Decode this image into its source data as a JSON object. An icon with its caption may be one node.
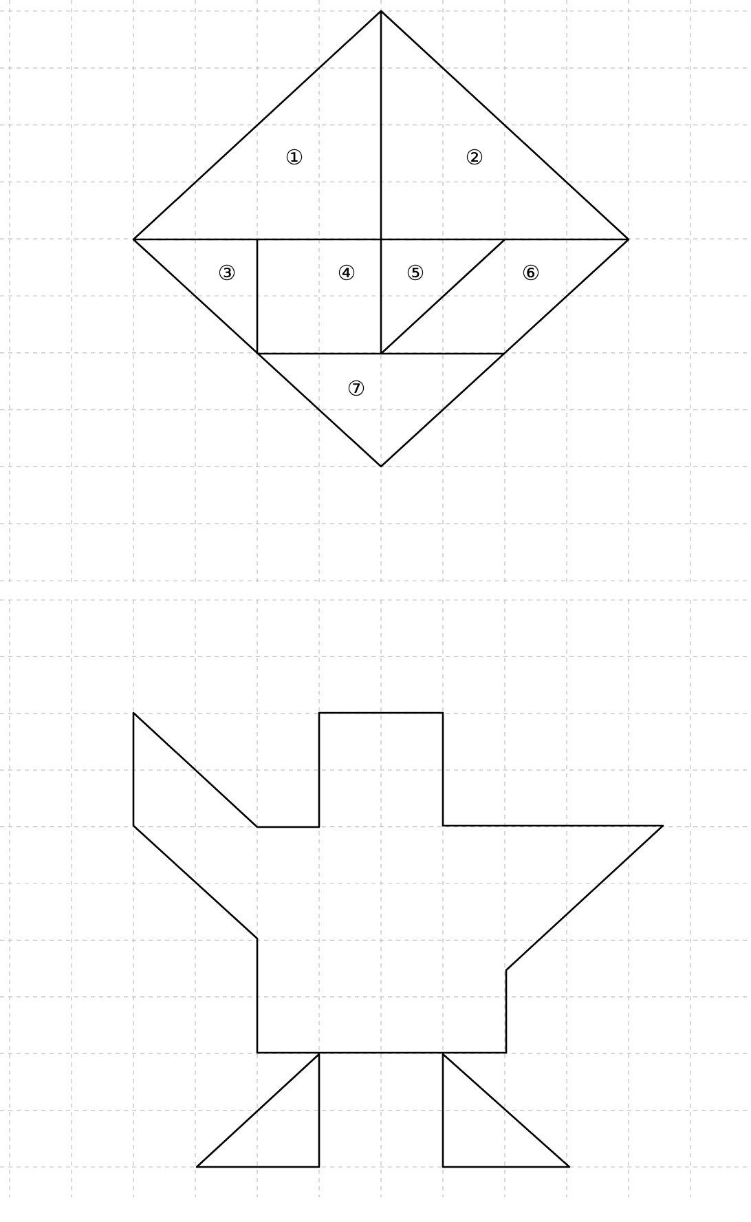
{
  "diagram": {
    "labels": [
      "①",
      "②",
      "③",
      "④",
      "⑤",
      "⑥",
      "⑦"
    ]
  }
}
